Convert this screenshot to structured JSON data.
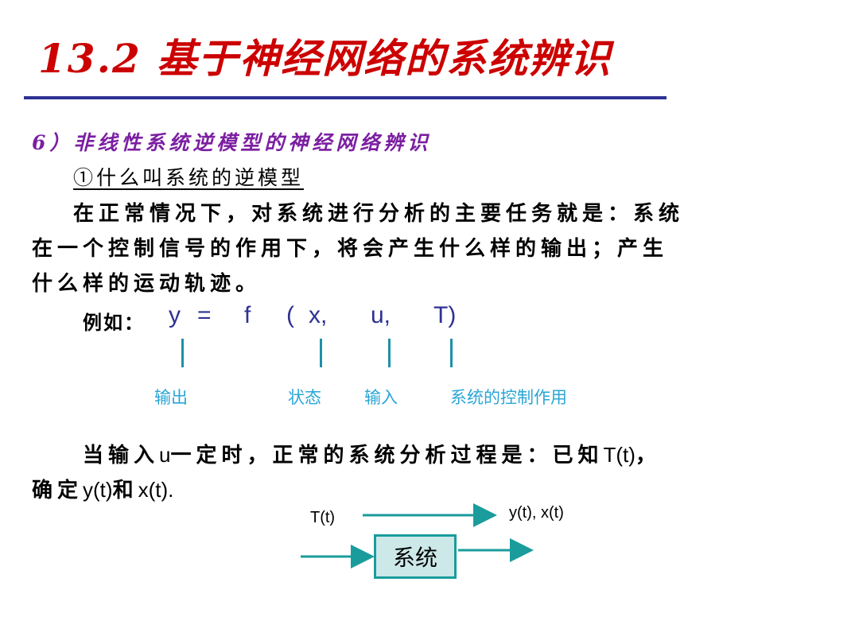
{
  "title": "13.2 基于神经网络的系统辨识",
  "section_heading": "6）非线性系统逆模型的神经网络辨识",
  "subsection": "①什么叫系统的逆模型",
  "paragraph": {
    "line1": "在正常情况下，对系统进行分析的主要任务就是：系统",
    "line2": "在一个控制信号的作用下，将会产生什么样的输出；产生",
    "line3": "什么样的运动轨迹。"
  },
  "example": {
    "label": "例如：",
    "y": "y",
    "equals": "=",
    "f": "f",
    "lparen": "(",
    "x": "x,",
    "u": "u,",
    "T": "T)"
  },
  "labels": {
    "output": "输出",
    "state": "状态",
    "input": "输入",
    "control": "系统的控制作用"
  },
  "statement": {
    "part1": "当输入",
    "u": "u",
    "part2": "一定时，正常的系统分析过程是：已知",
    "Tt": "T(t)",
    "part3": "，",
    "line2_part1": "确定",
    "yt": "y(t)",
    "line2_part2": "和",
    "xt": "x(t)",
    "line2_part3": "."
  },
  "diagram": {
    "input_label": "T(t)",
    "output_label": "y(t), x(t)",
    "box_label": "系统",
    "arrow_color": "#1a9c9c"
  }
}
